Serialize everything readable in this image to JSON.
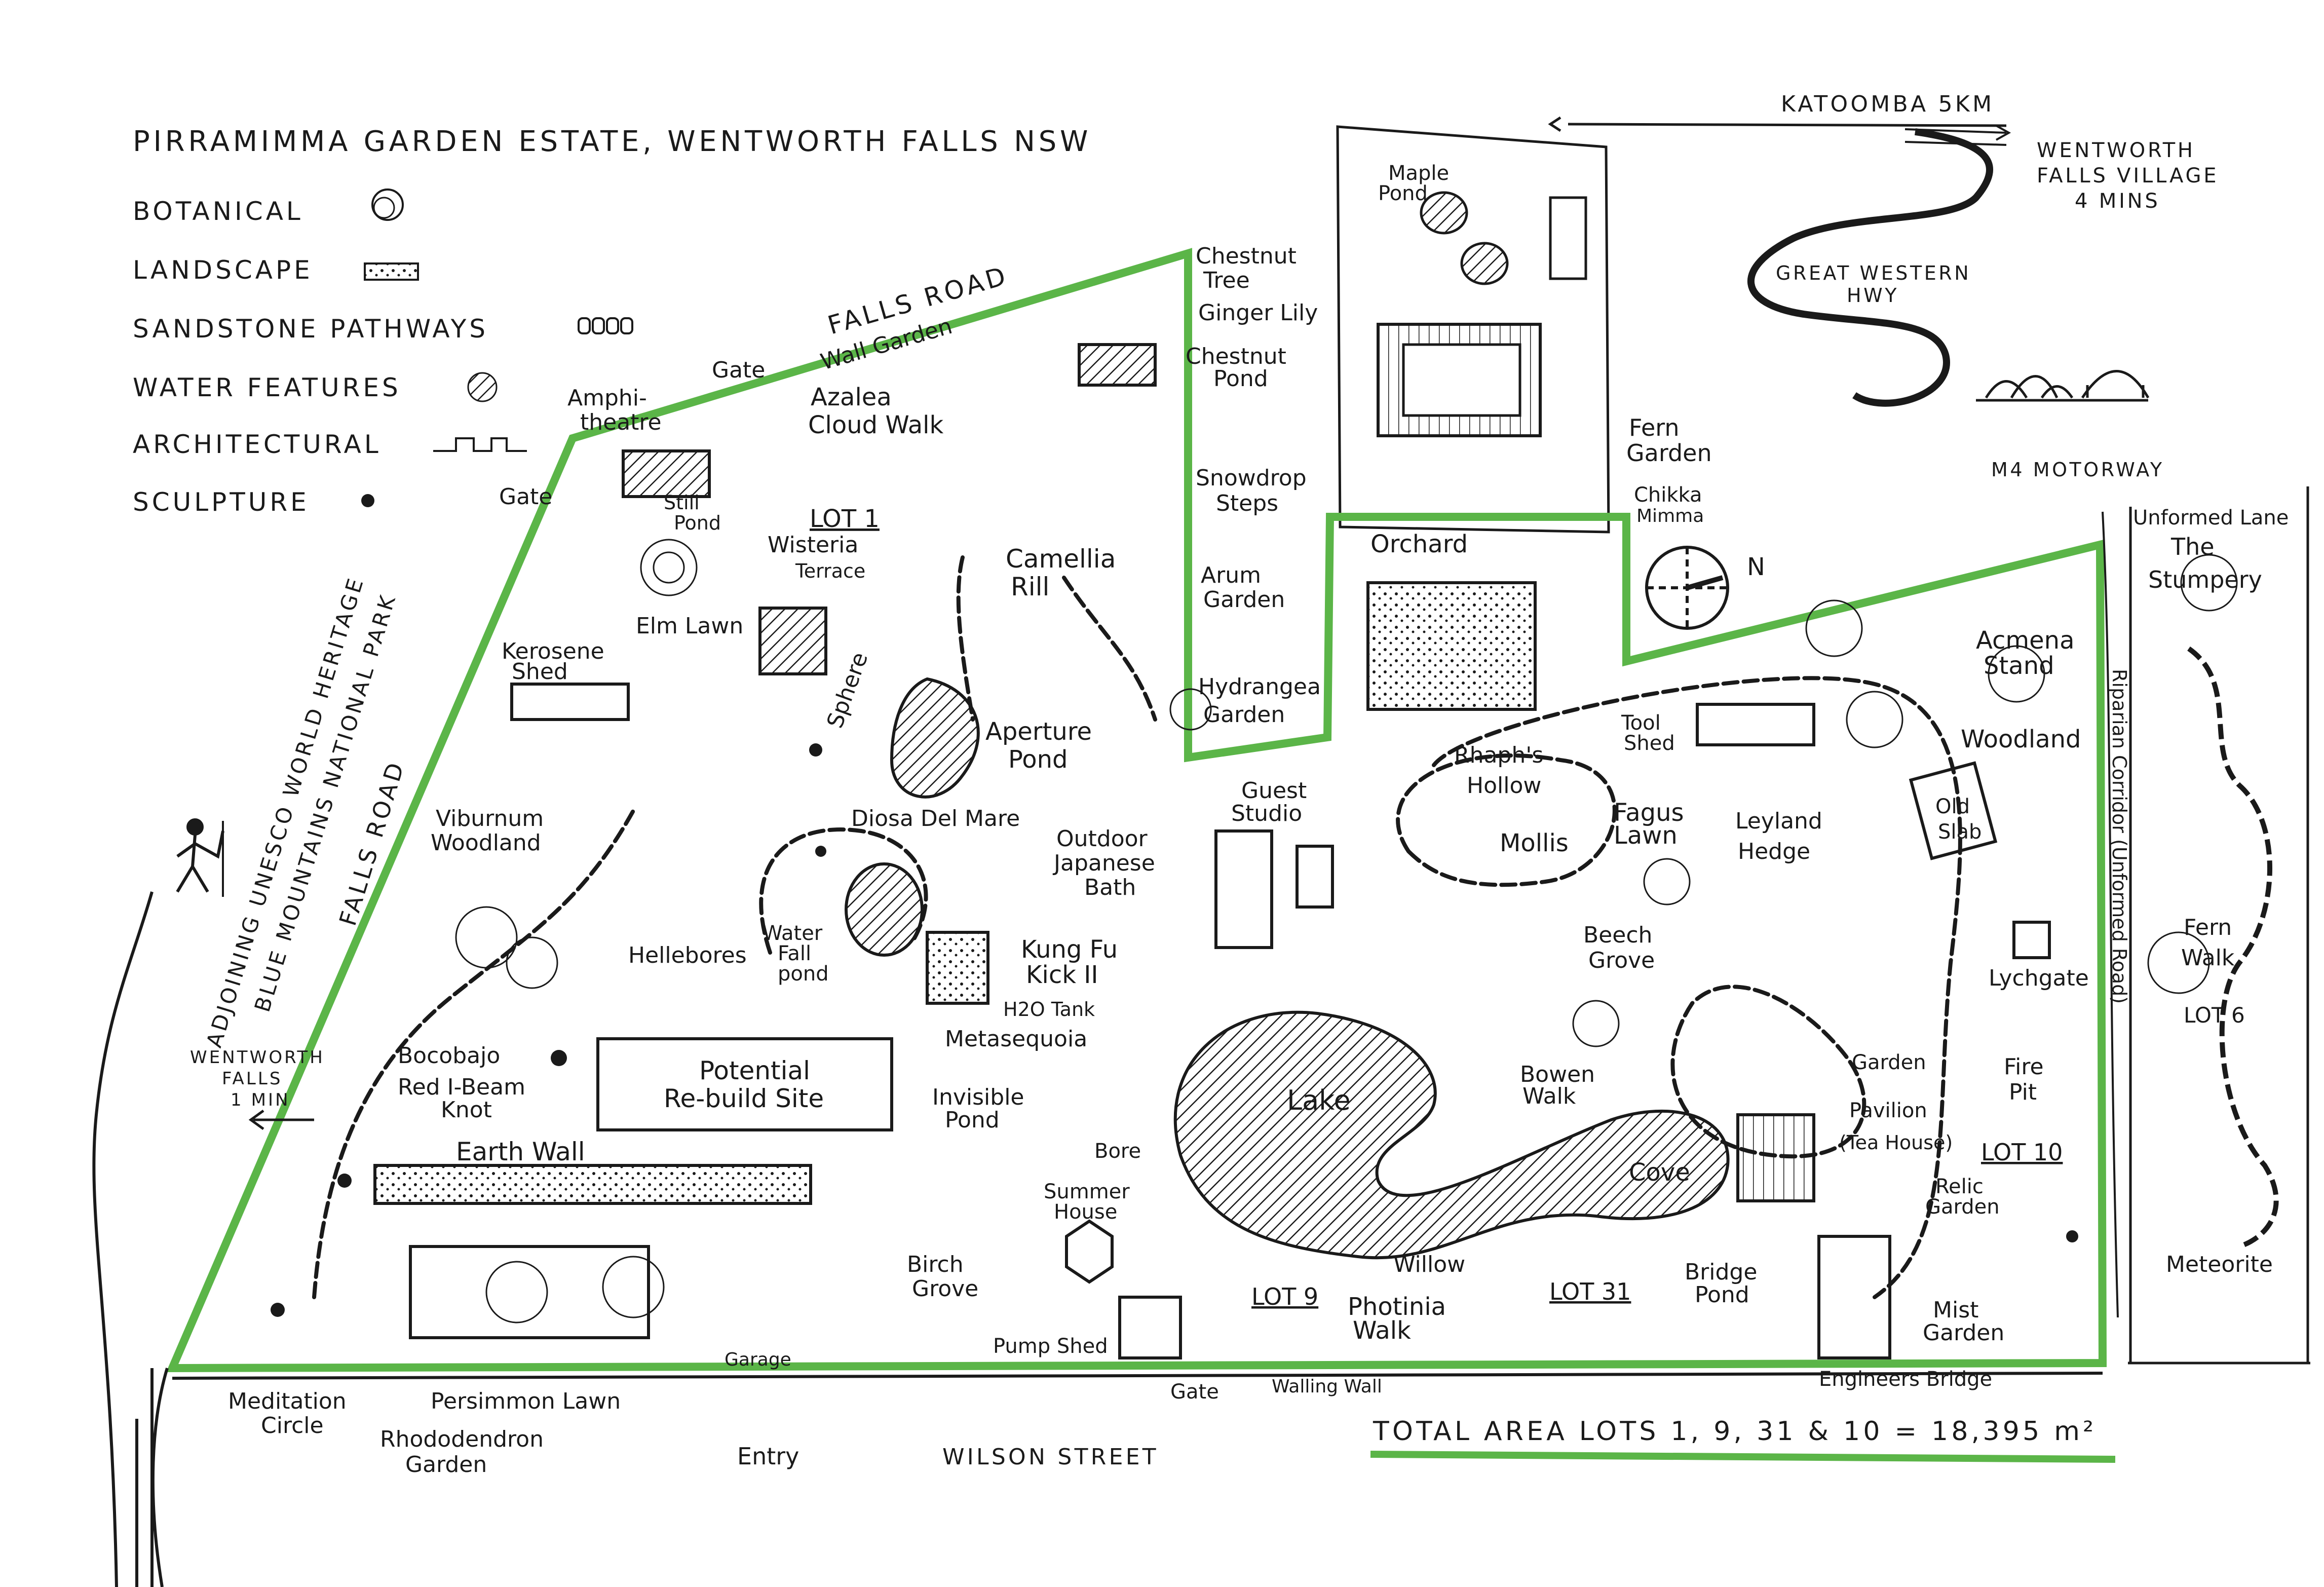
{
  "title": "PIRRAMIMMA GARDEN ESTATE, WENTWORTH FALLS NSW",
  "legend": [
    {
      "label": "BOTANICAL",
      "icon": "botanical-icon"
    },
    {
      "label": "LANDSCAPE",
      "icon": "landscape-icon"
    },
    {
      "label": "SANDSTONE PATHWAYS",
      "icon": "sandstone-path-icon"
    },
    {
      "label": "WATER FEATURES",
      "icon": "water-feature-icon"
    },
    {
      "label": "ARCHITECTURAL",
      "icon": "architectural-icon"
    },
    {
      "label": "SCULPTURE",
      "icon": "sculpture-icon"
    }
  ],
  "colors": {
    "boundary": "#5bb548",
    "ink": "#1a1a1a",
    "paper": "#ffffff"
  },
  "roads": {
    "falls_road_top": "FALLS ROAD",
    "falls_road_side": "FALLS ROAD",
    "wilson_street": "WILSON STREET",
    "national_park_1": "ADJOINING UNESCO WORLD HERITAGE",
    "national_park_2": "BLUE MOUNTAINS NATIONAL PARK",
    "katoomba": "KATOOMBA 5KM",
    "wentworth_village_1": "WENTWORTH",
    "wentworth_village_2": "FALLS VILLAGE",
    "wentworth_village_3": "4 MINS",
    "great_western_1": "GREAT WESTERN",
    "great_western_2": "HWY",
    "m4": "M4 MOTORWAY",
    "wentworth_falls_1": "WENTWORTH",
    "wentworth_falls_2": "FALLS",
    "wentworth_falls_3": "1 MIN",
    "unformed_lane": "Unformed Lane",
    "riparian_corridor": "Riparian Corridor (Unformed Road)"
  },
  "lots": {
    "lot1": "LOT 1",
    "lot9": "LOT 9",
    "lot31": "LOT 31",
    "lot10": "LOT 10",
    "lot6": "LOT 6"
  },
  "compass": "N",
  "total_area": "TOTAL AREA LOTS 1, 9, 31 & 10 = 18,395 m²",
  "places": {
    "amphitheatre_1": "Amphi-",
    "amphitheatre_2": "theatre",
    "gate_top": "Gate",
    "gate_left": "Gate",
    "gate_bottom": "Gate",
    "wall_garden": "Wall Garden",
    "azalea_1": "Azalea",
    "azalea_2": "Cloud Walk",
    "chestnut_tree_1": "Chestnut",
    "chestnut_tree_2": "Tree",
    "ginger_lily": "Ginger Lily",
    "chestnut_pond_1": "Chestnut",
    "chestnut_pond_2": "Pond",
    "maple_pond_1": "Maple",
    "maple_pond_2": "Pond",
    "fern_garden_1": "Fern",
    "fern_garden_2": "Garden",
    "chikka_1": "Chikka",
    "chikka_2": "Mimma",
    "orchard": "Orchard",
    "snowdrop_1": "Snowdrop",
    "snowdrop_2": "Steps",
    "arum_1": "Arum",
    "arum_2": "Garden",
    "hydrangea_1": "Hydrangea",
    "hydrangea_2": "Garden",
    "still_pond_1": "Still",
    "still_pond_2": "Pond",
    "elm_lawn": "Elm Lawn",
    "wisteria_1": "Wisteria",
    "wisteria_2": "Terrace",
    "camellia_1": "Camellia",
    "camellia_2": "Rill",
    "sphere": "Sphere",
    "aperture_1": "Aperture",
    "aperture_2": "Pond",
    "kerosene_1": "Kerosene",
    "kerosene_2": "Shed",
    "viburnum_1": "Viburnum",
    "viburnum_2": "Woodland",
    "diosa": "Diosa Del Mare",
    "outdoor_1": "Outdoor",
    "outdoor_2": "Japanese",
    "outdoor_3": "Bath",
    "guest_1": "Guest",
    "guest_2": "Studio",
    "waterfall_1": "Water",
    "waterfall_2": "Fall",
    "waterfall_3": "pond",
    "kungfu_1": "Kung Fu",
    "kungfu_2": "Kick II",
    "h2o": "H2O Tank",
    "hellebores": "Hellebores",
    "metasequoia": "Metasequoia",
    "bocobajo": "Bocobajo",
    "redibeam_1": "Red I-Beam",
    "redibeam_2": "Knot",
    "potential_1": "Potential",
    "potential_2": "Re-build Site",
    "earth_wall": "Earth Wall",
    "invisible_1": "Invisible",
    "invisible_2": "Pond",
    "bore": "Bore",
    "summer_1": "Summer",
    "summer_2": "House",
    "birch_1": "Birch",
    "birch_2": "Grove",
    "pump_shed": "Pump Shed",
    "garage": "Garage",
    "entry": "Entry",
    "meditation_1": "Meditation",
    "meditation_2": "Circle",
    "persimmon": "Persimmon Lawn",
    "rhodo_1": "Rhododendron",
    "rhodo_2": "Garden",
    "lake": "Lake",
    "cove": "Cove",
    "willow": "Willow",
    "photinia_1": "Photinia",
    "photinia_2": "Walk",
    "walling_wall": "Walling Wall",
    "engineers_bridge": "Engineers Bridge",
    "bridge_pond_1": "Bridge",
    "bridge_pond_2": "Pond",
    "mist_1": "Mist",
    "mist_2": "Garden",
    "relic_1": "Relic",
    "relic_2": "Garden",
    "tool_1": "Tool",
    "tool_2": "Shed",
    "raphs_1": "Rhaph's",
    "raphs_2": "Hollow",
    "mollis": "Mollis",
    "fagus_1": "Fagus",
    "fagus_2": "Lawn",
    "leyland_1": "Leyland",
    "leyland_2": "Hedge",
    "beech_1": "Beech",
    "beech_2": "Grove",
    "bowen_1": "Bowen",
    "bowen_2": "Walk",
    "pavilion_1": "Garden",
    "pavilion_2": "Pavilion",
    "pavilion_3": "(Tea House)",
    "acmena_1": "Acmena",
    "acmena_2": "Stand",
    "woodland": "Woodland",
    "oldslab_1": "Old",
    "oldslab_2": "Slab",
    "lychgate": "Lychgate",
    "firepit_1": "Fire",
    "firepit_2": "Pit",
    "stumpery_1": "The",
    "stumpery_2": "Stumpery",
    "fernwalk_1": "Fern",
    "fernwalk_2": "Walk",
    "meteorite": "Meteorite"
  }
}
